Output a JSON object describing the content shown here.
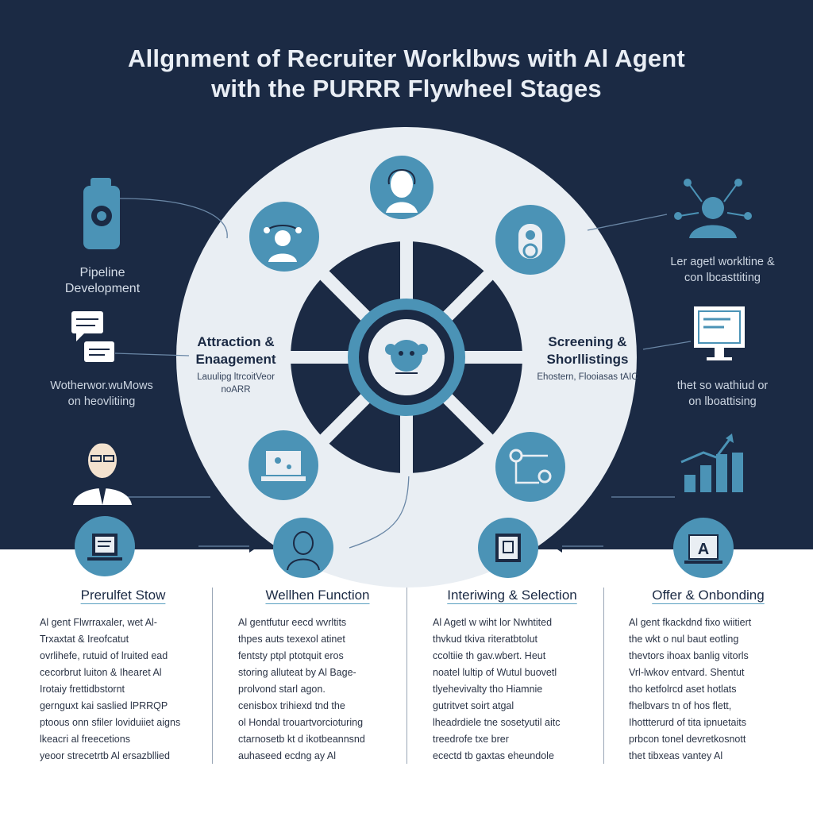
{
  "title": {
    "line1": "Allgnment of Recruiter Worklbws with Al Agent",
    "line2": "with the PURRR Flywheel Stages"
  },
  "left": {
    "pipeline_line1": "Pipeline",
    "pipeline_line2": "Development",
    "note_line1": "Wotherwor.wuMows",
    "note_line2": "on heovlitiing"
  },
  "right": {
    "note1_line1": "Ler agetl workltine &",
    "note1_line2": "con lbcasttiting",
    "note2_line1": "thet so wathiud or",
    "note2_line2": "on lboattising"
  },
  "wheel": {
    "left_title_line1": "Attraction &",
    "left_title_line2": "Enaagement",
    "left_sub_line1": "Lauulipg ltrcoitVeor",
    "left_sub_line2": "noARR",
    "right_title_line1": "Screening &",
    "right_title_line2": "Shorllistings",
    "right_sub": "Ehostern, Flooiasas tAIC"
  },
  "columns": [
    {
      "heading": "Prerulfet Stow",
      "lines": [
        "Al gent Flwrraxaler, wet Al-",
        "Trxaxtat & Ireofcatut",
        "ovrlihefe, rutuid of lruited ead",
        "cecorbrut luiton & Ihearet Al",
        "Irotaiy frettidbstornt",
        "gernguxt kai saslied lPRRQP",
        "ptoous onn sfiler loviduiiet aigns",
        "lkeacri al freecetions",
        "yeoor strecetrtb Al ersazbllied"
      ]
    },
    {
      "heading": "Wellhen Function",
      "lines": [
        "Al gentfutur eecd wvrltits",
        "thpes auts texexol atinet",
        "fentsty ptpl ptotquit eros",
        "storing alluteat by Al Bage-",
        "prolvond starl agon.",
        "cenisbox trihiexd tnd the",
        "ol Hondal trouartvorcioturing",
        "ctarnosetb kt d ikotbeannsnd",
        "auhaseed ecdng ay Al"
      ]
    },
    {
      "heading": "Interiwing & Selection",
      "lines": [
        "Al Agetl w wiht lor Nwhtited",
        "thvkud tkiva riteratbtolut",
        "ccoltiie th gav.wbert. Heut",
        "noatel lultip of Wutul buovetl",
        "tlyehevivalty tho Hiamnie",
        "gutritvet soirt atgal",
        "lheadrdiele tne sosetyutil aitc",
        "treedrofe txe brer",
        "ecectd tb gaxtas eheundole"
      ]
    },
    {
      "heading": "Offer & Onbonding",
      "lines": [
        "Al gent fkackdnd fixo wiitiert",
        "the wkt o nul baut eotling",
        "thevtors ihoax banlig vitorls",
        "Vrl-lwkov entvard. Shentut",
        "tho ketfolrcd aset hotlats",
        "fhelbvars tn of hos flett,",
        "Ihottterurd of tita ipnuetaits",
        "prbcon tonel devretkosnott",
        "thet tibxeas vantey Al"
      ]
    }
  ],
  "colors": {
    "dark_bg": "#1b2a44",
    "accent": "#4b93b6",
    "wheel": "#e9eef3"
  }
}
